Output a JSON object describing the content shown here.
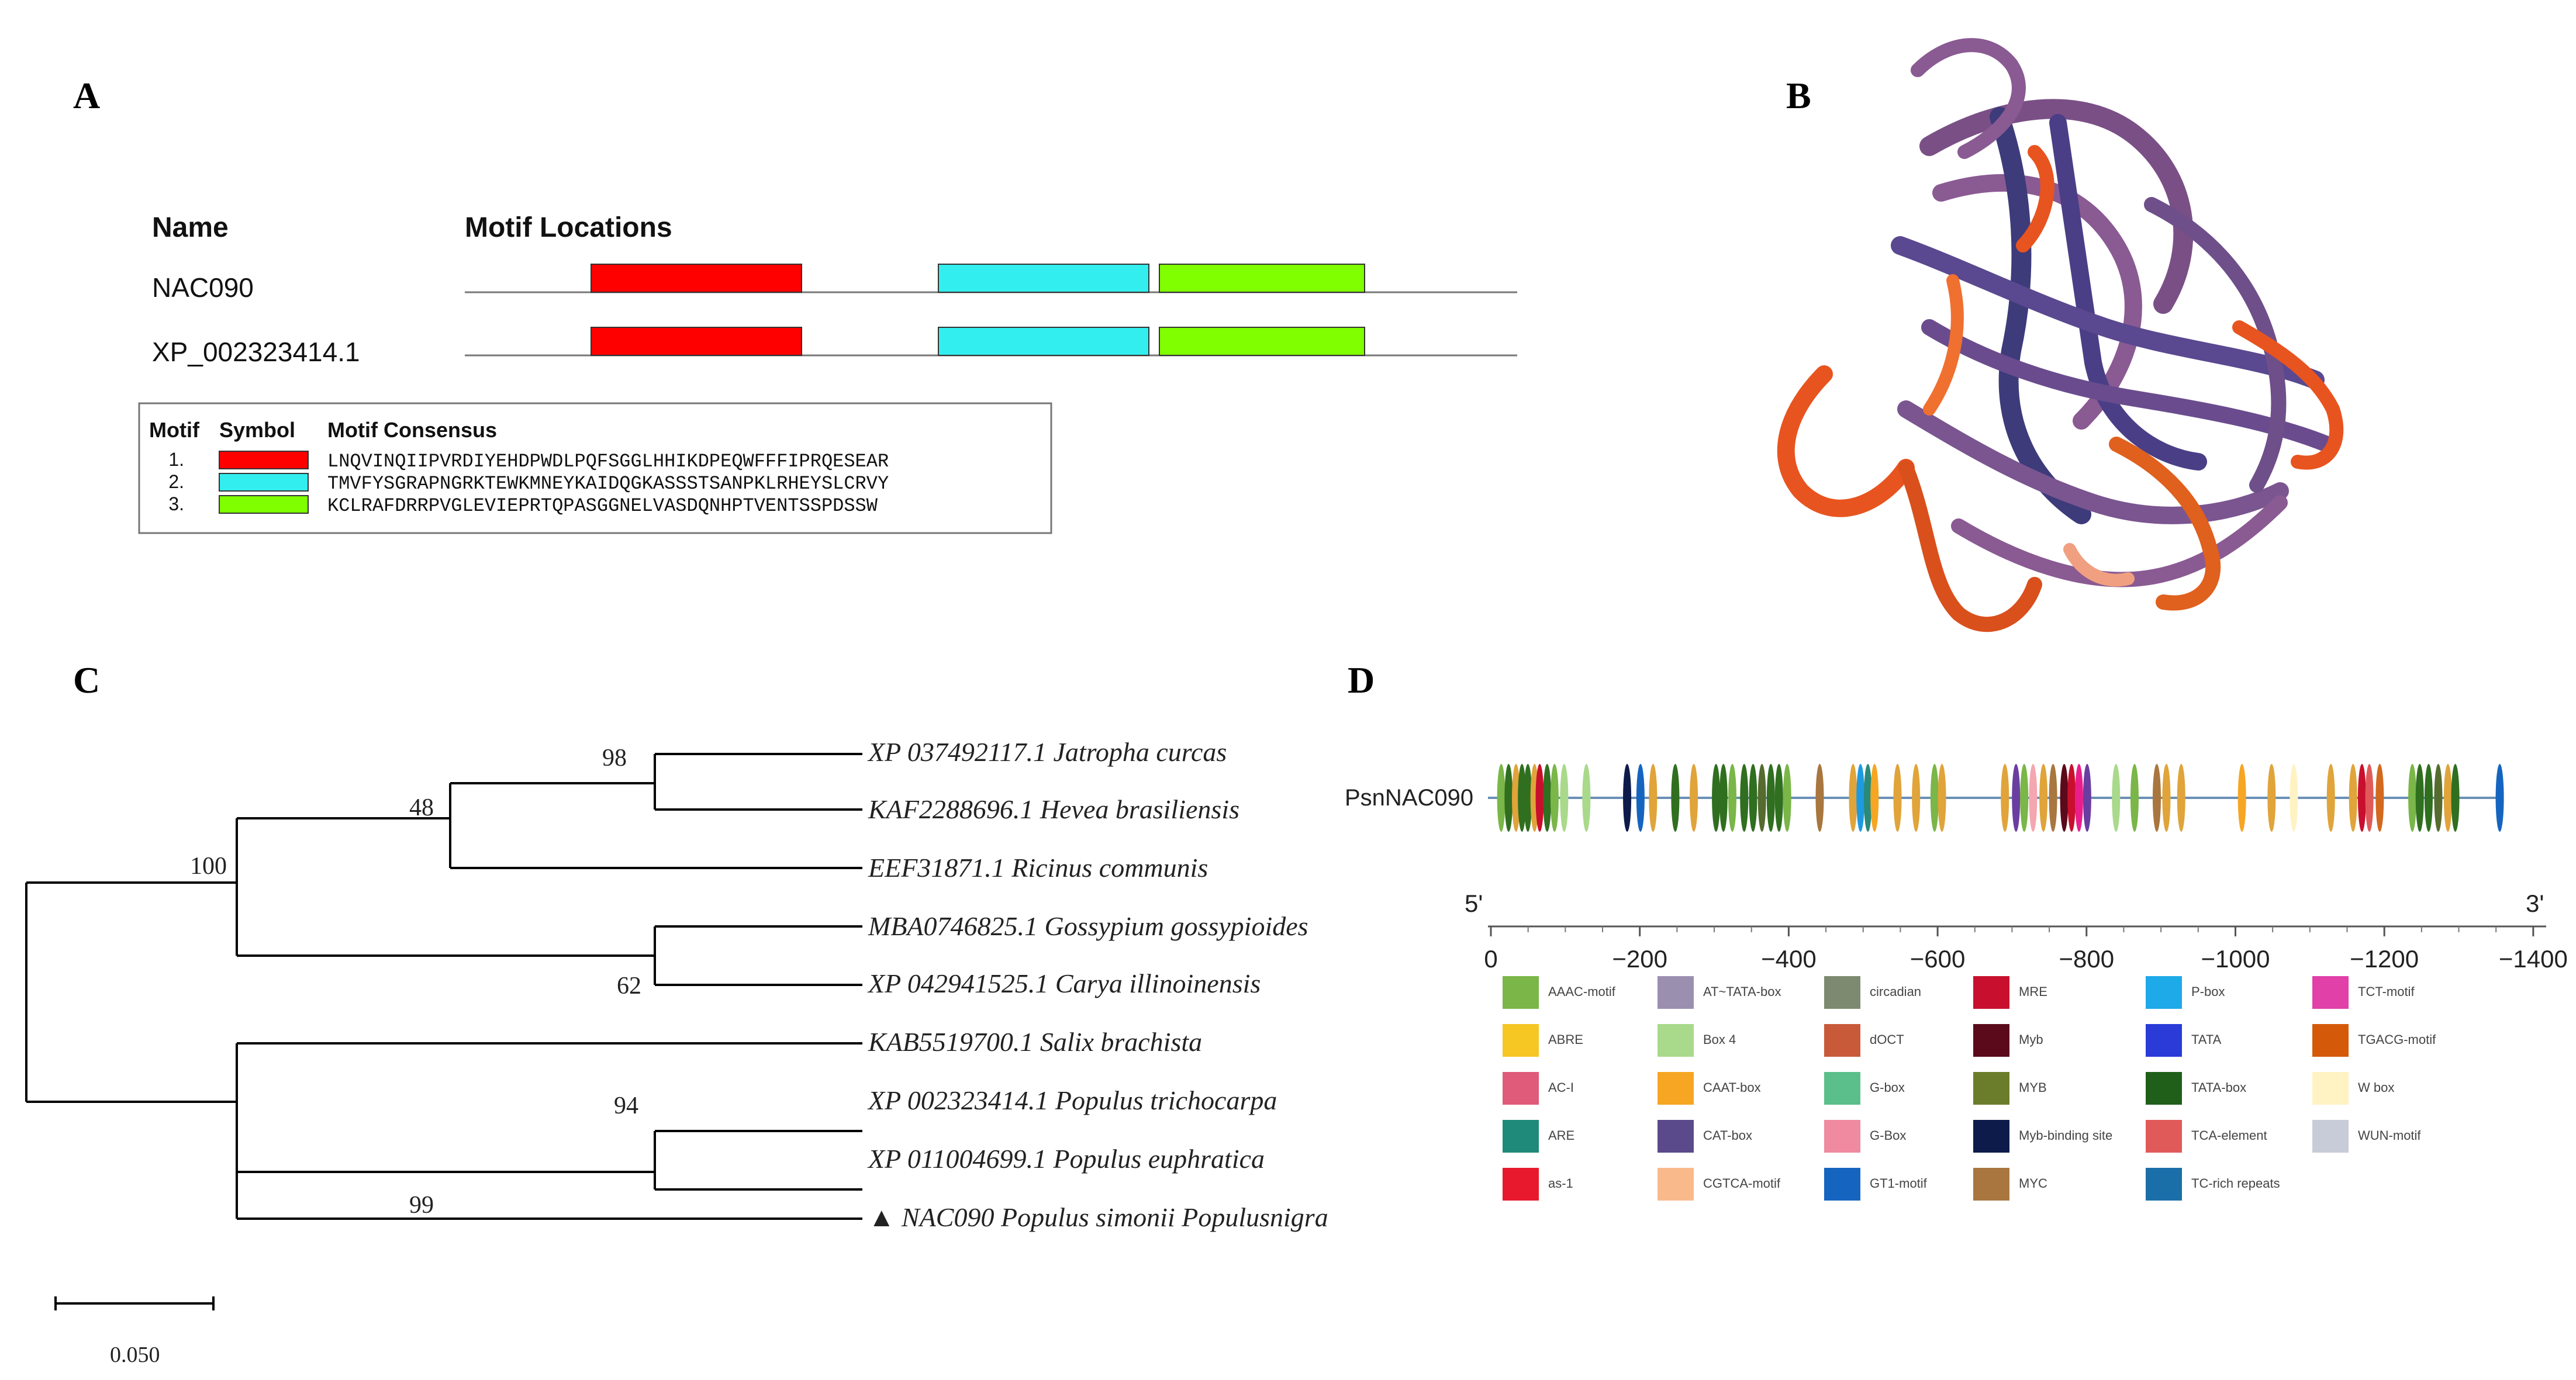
{
  "panels": {
    "a": {
      "letter": "A",
      "name_header": "Name",
      "locations_header": "Motif Locations",
      "rows": [
        {
          "name": "NAC090",
          "motifs": [
            {
              "motif": 1,
              "start": 0.12,
              "end": 0.32
            },
            {
              "motif": 2,
              "start": 0.45,
              "end": 0.65
            },
            {
              "motif": 3,
              "start": 0.66,
              "end": 0.855
            }
          ]
        },
        {
          "name": "XP_002323414.1",
          "motifs": [
            {
              "motif": 1,
              "start": 0.12,
              "end": 0.32
            },
            {
              "motif": 2,
              "start": 0.45,
              "end": 0.65
            },
            {
              "motif": 3,
              "start": 0.66,
              "end": 0.855
            }
          ]
        }
      ],
      "legend": {
        "headers": {
          "motif": "Motif",
          "symbol": "Symbol",
          "consensus": "Motif Consensus"
        },
        "entries": [
          {
            "num": "1.",
            "color": "#ff0000",
            "consensus": "LNQVINQIIPVRDIYEHDPWDLPQFSGGLHHIKDPEQWFFFIPRQESEAR"
          },
          {
            "num": "2.",
            "color": "#33eeee",
            "consensus": "TMVFYSGRAPNGRKTEWKMNEYKAIDQGKASSSTSANPKLRHEYSLCRVY"
          },
          {
            "num": "3.",
            "color": "#7fff00",
            "consensus": "KCLRAFDRRPVGLEVIEPRTQPASGGNELVASDQNHPTVENTSSPDSSW"
          }
        ]
      }
    },
    "b": {
      "letter": "B",
      "image_alt": "3D protein structure ribbon model",
      "colors": [
        "#7a4f86",
        "#e8541f",
        "#3d3b7a"
      ]
    },
    "c": {
      "letter": "C",
      "taxa": [
        {
          "id": "XP 037492117.1",
          "species": "Jatropha curcas"
        },
        {
          "id": "KAF2288696.1",
          "species": "Hevea brasiliensis"
        },
        {
          "id": "EEF31871.1",
          "species": "Ricinus communis"
        },
        {
          "id": "MBA0746825.1",
          "species": "Gossypium gossypioides"
        },
        {
          "id": "XP 042941525.1",
          "species": "Carya illinoinensis"
        },
        {
          "id": "KAB5519700.1",
          "species": "Salix brachista"
        },
        {
          "id": "XP 002323414.1",
          "species": "Populus trichocarpa"
        },
        {
          "id": "XP 011004699.1",
          "species": "Populus euphratica"
        },
        {
          "id": "▲ NAC090",
          "species": "Populus simonii Populusnigra"
        }
      ],
      "bootstrap": [
        "98",
        "48",
        "100",
        "62",
        "94",
        "99"
      ],
      "scale": "0.050"
    },
    "d": {
      "letter": "D",
      "gene": "PsnNAC090",
      "five_prime": "5'",
      "three_prime": "3'",
      "ticks": [
        "0",
        "−200",
        "−400",
        "−600",
        "−800",
        "−1000",
        "−1200",
        "−1400"
      ],
      "elements": [
        {
          "pos": -10,
          "color": "#7ab648"
        },
        {
          "pos": -20,
          "color": "#2f6f1f"
        },
        {
          "pos": -30,
          "color": "#e0a43a"
        },
        {
          "pos": -38,
          "color": "#2f6f1f"
        },
        {
          "pos": -46,
          "color": "#2f6f1f"
        },
        {
          "pos": -55,
          "color": "#e0a43a"
        },
        {
          "pos": -62,
          "color": "#c8102e"
        },
        {
          "pos": -72,
          "color": "#2f6f1f"
        },
        {
          "pos": -82,
          "color": "#7ab648"
        },
        {
          "pos": -95,
          "color": "#a9d98b"
        },
        {
          "pos": -125,
          "color": "#a9d98b"
        },
        {
          "pos": -180,
          "color": "#0d1b4a"
        },
        {
          "pos": -198,
          "color": "#1565c0"
        },
        {
          "pos": -215,
          "color": "#e0a43a"
        },
        {
          "pos": -245,
          "color": "#2f6f1f"
        },
        {
          "pos": -270,
          "color": "#e0a43a"
        },
        {
          "pos": -300,
          "color": "#2f6f1f"
        },
        {
          "pos": -310,
          "color": "#2f6f1f"
        },
        {
          "pos": -322,
          "color": "#7ab648"
        },
        {
          "pos": -338,
          "color": "#2f6f1f"
        },
        {
          "pos": -350,
          "color": "#2f6f1f"
        },
        {
          "pos": -362,
          "color": "#556b2f"
        },
        {
          "pos": -374,
          "color": "#2f6f1f"
        },
        {
          "pos": -385,
          "color": "#2f6f1f"
        },
        {
          "pos": -396,
          "color": "#7ab648"
        },
        {
          "pos": -440,
          "color": "#a8763e"
        },
        {
          "pos": -485,
          "color": "#e0a43a"
        },
        {
          "pos": -495,
          "color": "#1e9be0"
        },
        {
          "pos": -505,
          "color": "#2a8a7a"
        },
        {
          "pos": -514,
          "color": "#f6a623"
        },
        {
          "pos": -545,
          "color": "#e0a43a"
        },
        {
          "pos": -570,
          "color": "#e0a43a"
        },
        {
          "pos": -595,
          "color": "#7ab648"
        },
        {
          "pos": -605,
          "color": "#e0a43a"
        },
        {
          "pos": -690,
          "color": "#e0a43a"
        },
        {
          "pos": -705,
          "color": "#6a3ea1"
        },
        {
          "pos": -716,
          "color": "#7ab648"
        },
        {
          "pos": -728,
          "color": "#f4a7b0"
        },
        {
          "pos": -742,
          "color": "#e0a43a"
        },
        {
          "pos": -755,
          "color": "#a8763e"
        },
        {
          "pos": -770,
          "color": "#5a0a1a"
        },
        {
          "pos": -780,
          "color": "#c8102e"
        },
        {
          "pos": -790,
          "color": "#e91e8c"
        },
        {
          "pos": -801,
          "color": "#6a3ea1"
        },
        {
          "pos": -840,
          "color": "#a9d98b"
        },
        {
          "pos": -865,
          "color": "#7ab648"
        },
        {
          "pos": -895,
          "color": "#a8763e"
        },
        {
          "pos": -908,
          "color": "#e0a43a"
        },
        {
          "pos": -928,
          "color": "#e0a43a"
        },
        {
          "pos": -1010,
          "color": "#f6a623"
        },
        {
          "pos": -1050,
          "color": "#e0a43a"
        },
        {
          "pos": -1080,
          "color": "#fff3c4"
        },
        {
          "pos": -1130,
          "color": "#e0a43a"
        },
        {
          "pos": -1160,
          "color": "#e0a43a"
        },
        {
          "pos": -1172,
          "color": "#c8102e"
        },
        {
          "pos": -1182,
          "color": "#e05a5a"
        },
        {
          "pos": -1196,
          "color": "#d2691e"
        },
        {
          "pos": -1240,
          "color": "#7ab648"
        },
        {
          "pos": -1250,
          "color": "#2f6f1f"
        },
        {
          "pos": -1262,
          "color": "#2f6f1f"
        },
        {
          "pos": -1275,
          "color": "#556b2f"
        },
        {
          "pos": -1288,
          "color": "#e0a43a"
        },
        {
          "pos": -1298,
          "color": "#2f6f1f"
        },
        {
          "pos": -1358,
          "color": "#1565c0"
        }
      ],
      "legend": [
        {
          "label": "AAAC-motif",
          "color": "#7ab648"
        },
        {
          "label": "ABRE",
          "color": "#f6c623"
        },
        {
          "label": "AC-I",
          "color": "#e05a7a"
        },
        {
          "label": "ARE",
          "color": "#1f8a7a"
        },
        {
          "label": "as-1",
          "color": "#e8192c"
        },
        {
          "label": "AT~TATA-box",
          "color": "#9b8fb0"
        },
        {
          "label": "Box 4",
          "color": "#a9d98b"
        },
        {
          "label": "CAAT-box",
          "color": "#f6a623"
        },
        {
          "label": "CAT-box",
          "color": "#5b4a8b"
        },
        {
          "label": "CGTCA-motif",
          "color": "#f9b98b"
        },
        {
          "label": "circadian",
          "color": "#7d8a6f"
        },
        {
          "label": "dOCT",
          "color": "#c85a3a"
        },
        {
          "label": "G-box",
          "color": "#5abf8a"
        },
        {
          "label": "G-Box",
          "color": "#ef8aa0"
        },
        {
          "label": "GT1-motif",
          "color": "#1565c0"
        },
        {
          "label": "MRE",
          "color": "#c8102e"
        },
        {
          "label": "Myb",
          "color": "#5a0a1a"
        },
        {
          "label": "MYB",
          "color": "#6b7d2a"
        },
        {
          "label": "Myb-binding site",
          "color": "#0d1b4a"
        },
        {
          "label": "MYC",
          "color": "#a8763e"
        },
        {
          "label": "P-box",
          "color": "#1eaae8"
        },
        {
          "label": "TATA",
          "color": "#2a3bd8"
        },
        {
          "label": "TATA-box",
          "color": "#1f5f1a"
        },
        {
          "label": "TCA-element",
          "color": "#e05a5a"
        },
        {
          "label": "TC-rich repeats",
          "color": "#1a6fa8"
        },
        {
          "label": "TCT-motif",
          "color": "#e040a8"
        },
        {
          "label": "TGACG-motif",
          "color": "#d45a0a"
        },
        {
          "label": "W box",
          "color": "#fff3c4"
        },
        {
          "label": "WUN-motif",
          "color": "#c8ccd8"
        }
      ]
    }
  }
}
